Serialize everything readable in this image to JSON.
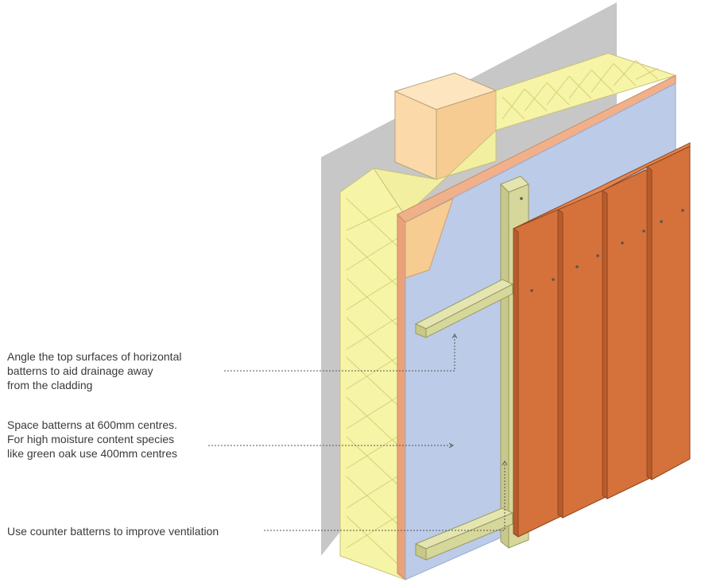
{
  "notes": {
    "drainage": "Angle the top surfaces of horizontal\nbatterns to aid drainage away\nfrom the cladding",
    "spacing": "Space batterns at 600mm centres.\nFor high moisture content species\nlike green oak use 400mm centres",
    "ventilation": "Use counter batterns to improve ventilation"
  },
  "colors": {
    "background_wall": "#c7c7c7",
    "insulation": "#f6f4a6",
    "insulation_lines": "#d8cf78",
    "sheathing": "#f0b08a",
    "membrane": "#bccbe8",
    "block": "#fbd9a8",
    "batten": "#d6d79a",
    "cladding": "#d5713a",
    "leader_line": "#555555"
  }
}
